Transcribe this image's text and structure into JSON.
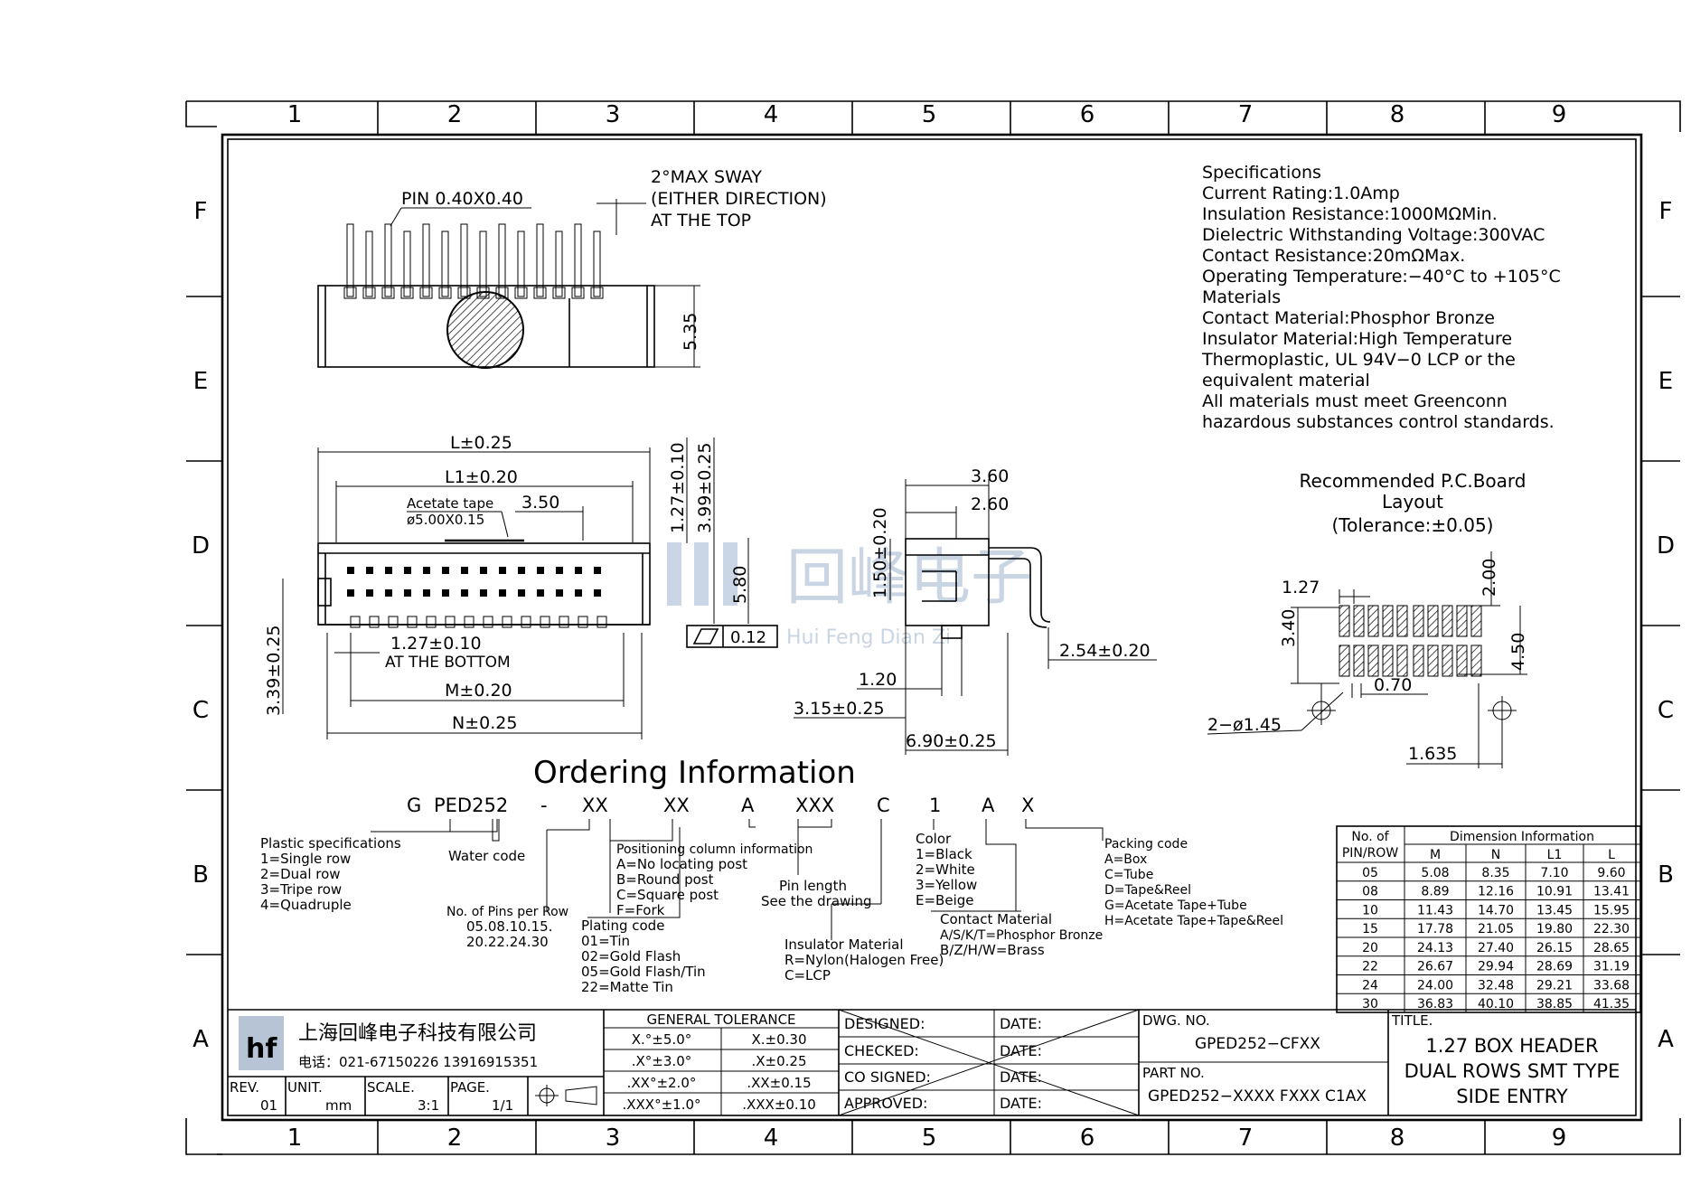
{
  "frame": {
    "columns": [
      "1",
      "2",
      "3",
      "4",
      "5",
      "6",
      "7",
      "8",
      "9"
    ],
    "rows": [
      "F",
      "E",
      "D",
      "C",
      "B",
      "A"
    ]
  },
  "top_view": {
    "pin_label": "PIN 0.40X0.40",
    "sway_line1": "2°MAX SWAY",
    "sway_line2": "(EITHER DIRECTION)",
    "sway_line3": "AT THE TOP",
    "height_dim": "5.35"
  },
  "front_view": {
    "dim_l": "L±0.25",
    "dim_l1": "L1±0.20",
    "tape_label": "Acetate tape",
    "tape_size": "ø5.00X0.15",
    "dim_350": "3.50",
    "dim_127": "1.27±0.10",
    "dim_399": "3.99±0.25",
    "dim_580": "5.80",
    "flatness": "0.12",
    "dim_339": "3.39±0.25",
    "dim_pitch": "1.27±0.10",
    "at_bottom": "AT THE BOTTOM",
    "dim_m": "M±0.20",
    "dim_n": "N±0.25"
  },
  "side_view": {
    "dim_360": "3.60",
    "dim_260": "2.60",
    "dim_150": "1.50±0.20",
    "dim_254": "2.54±0.20",
    "dim_120": "1.20",
    "dim_315": "3.15±0.25",
    "dim_690": "6.90±0.25"
  },
  "specs": {
    "lines": [
      "Specifications",
      "Current  Rating:1.0Amp",
      "Insulation  Resistance:1000MΩMin.",
      "Dielectric  Withstanding  Voltage:300VAC",
      "Contact  Resistance:20mΩMax.",
      "Operating  Temperature:−40°C  to  +105°C",
      "Materials",
      "Contact  Material:Phosphor  Bronze",
      "Insulator  Material:High  Temperature",
      "Thermoplastic,  UL  94V−0  LCP  or  the",
      "equivalent  material",
      "All  materials  must  meet  Greenconn",
      "hazardous  substances  control  standards."
    ]
  },
  "pcb": {
    "title1": "Recommended  P.C.Board",
    "title2": "Layout",
    "title3": "(Tolerance:±0.05)",
    "dim_127": "1.27",
    "dim_200": "2.00",
    "dim_340": "3.40",
    "dim_450": "4.50",
    "dim_070": "0.70",
    "dim_hole": "2−ø1.45",
    "dim_1635": "1.635"
  },
  "ordering": {
    "title": "Ordering  Information",
    "code": [
      "G",
      "PED252",
      "-",
      "XX",
      "XX",
      "A",
      "XXX",
      "C",
      "1",
      "A",
      "X"
    ],
    "plastic": [
      "Plastic  specifications",
      "1=Single  row",
      "2=Dual  row",
      "3=Tripe  row",
      "4=Quadruple"
    ],
    "water": "Water  code",
    "pins": [
      "No. of Pins per Row",
      "05.08.10.15.",
      "20.22.24.30"
    ],
    "positioning": [
      "Positioning  column  information",
      "A=No  locating  post",
      "B=Round  post",
      "C=Square  post",
      "F=Fork"
    ],
    "plating": [
      "Plating  code",
      "01=Tin",
      "02=Gold  Flash",
      "05=Gold  Flash/Tin",
      "22=Matte  Tin"
    ],
    "pin_length": [
      "Pin  length",
      "See  the  drawing"
    ],
    "insulator": [
      "Insulator  Material",
      "R=Nylon(Halogen  Free)",
      "C=LCP"
    ],
    "color": [
      "Color",
      "1=Black",
      "2=White",
      "3=Yellow",
      "E=Beige"
    ],
    "contact": [
      "Contact  Material",
      "A/S/K/T=Phosphor  Bronze",
      "B/Z/H/W=Brass"
    ],
    "packing": [
      "Packing  code",
      "A=Box",
      "C=Tube",
      "D=Tape&Reel",
      "G=Acetate  Tape+Tube",
      "H=Acetate  Tape+Tape&Reel"
    ]
  },
  "dim_table": {
    "h1": "No.  of",
    "h2": "PIN/ROW",
    "group": "Dimension  Information",
    "cols": [
      "M",
      "N",
      "L1",
      "L"
    ],
    "rows": [
      [
        "05",
        "5.08",
        "8.35",
        "7.10",
        "9.60"
      ],
      [
        "08",
        "8.89",
        "12.16",
        "10.91",
        "13.41"
      ],
      [
        "10",
        "11.43",
        "14.70",
        "13.45",
        "15.95"
      ],
      [
        "15",
        "17.78",
        "21.05",
        "19.80",
        "22.30"
      ],
      [
        "20",
        "24.13",
        "27.40",
        "26.15",
        "28.65"
      ],
      [
        "22",
        "26.67",
        "29.94",
        "28.69",
        "31.19"
      ],
      [
        "24",
        "24.00",
        "32.48",
        "29.21",
        "33.68"
      ],
      [
        "30",
        "36.83",
        "40.10",
        "38.85",
        "41.35"
      ]
    ]
  },
  "title_block": {
    "company": "上海回峰电子科技有限公司",
    "phone": "电话：021-67150226  13916915351",
    "watermark_cn": "回峰电子",
    "watermark_en": "Hui Feng Dian Zi",
    "rev_label": "REV.",
    "rev": "01",
    "unit_label": "UNIT.",
    "unit": "mm",
    "scale_label": "SCALE.",
    "scale": "3:1",
    "page_label": "PAGE.",
    "page": "1/1",
    "tol_title": "GENERAL  TOLERANCE",
    "tol_rows": [
      [
        "X.°±5.0°",
        "X.±0.30"
      ],
      [
        ".X°±3.0°",
        ".X±0.25"
      ],
      [
        ".XX°±2.0°",
        ".XX±0.15"
      ],
      [
        ".XXX°±1.0°",
        ".XXX±0.10"
      ]
    ],
    "sign_rows": [
      "DESIGNED:",
      "CHECKED:",
      "CO  SIGNED:",
      "APPROVED:"
    ],
    "date": "DATE:",
    "dwg_label": "DWG.  NO.",
    "dwg_no": "GPED252−CFXX",
    "part_label": "PART  NO.",
    "part_no": "GPED252−XXXX  FXXX  C1AX",
    "title_label": "TITLE.",
    "title1": "1.27  BOX  HEADER",
    "title2": "DUAL  ROWS  SMT  TYPE",
    "title3": "SIDE  ENTRY"
  }
}
